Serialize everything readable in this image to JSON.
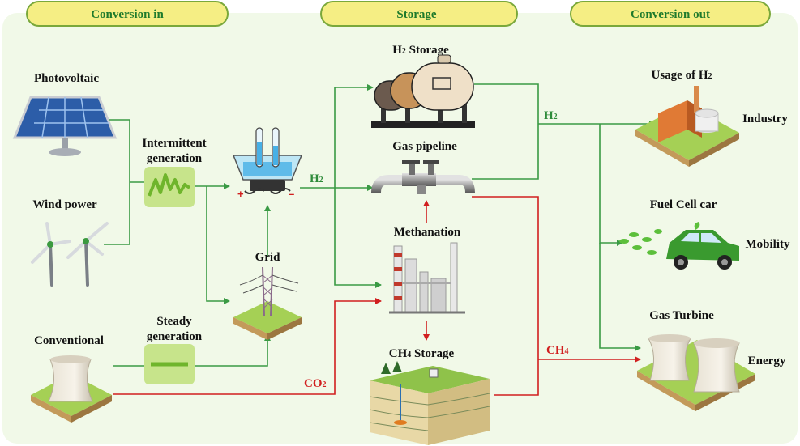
{
  "headers": {
    "conversion_in": "Conversion in",
    "storage": "Storage",
    "conversion_out": "Conversion out"
  },
  "sources": {
    "photovoltaic": "Photovoltaic",
    "wind_power": "Wind power",
    "conventional": "Conventional"
  },
  "generation": {
    "intermittent_line1": "Intermittent",
    "intermittent_line2": "generation",
    "steady_line1": "Steady",
    "steady_line2": "generation"
  },
  "nodes": {
    "grid": "Grid",
    "h2_storage_prefix": "H",
    "h2_storage_sub": "2",
    "h2_storage_suffix": " Storage",
    "gas_pipeline": "Gas pipeline",
    "methanation": "Methanation",
    "ch4_storage_prefix": "CH",
    "ch4_storage_sub": "4",
    "ch4_storage_suffix": " Storage",
    "electrolyzer_plus": "+",
    "electrolyzer_minus": "–"
  },
  "flows": {
    "h2_mid_prefix": "H",
    "h2_mid_sub": "2",
    "h2_right_prefix": "H",
    "h2_right_sub": "2",
    "co2_prefix": "CO",
    "co2_sub": "2",
    "ch4_prefix": "CH",
    "ch4_sub": "4"
  },
  "outputs": {
    "usage_h2_prefix": "Usage of H",
    "usage_h2_sub": "2",
    "industry": "Industry",
    "fuel_cell_car": "Fuel Cell car",
    "mobility": "Mobility",
    "gas_turbine": "Gas Turbine",
    "energy": "Energy"
  },
  "colors": {
    "background_panel": "#f1f9e8",
    "header_fill": "#f5ee84",
    "header_stroke": "#7aa83b",
    "green_flow": "#3a9a44",
    "red_flow": "#d11f1f"
  }
}
